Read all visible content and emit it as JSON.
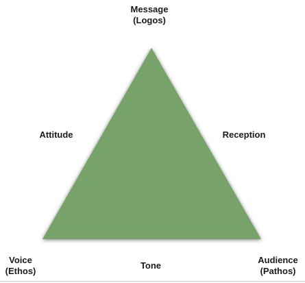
{
  "diagram": {
    "triangle_color": "#77a26a",
    "shadow_color": "#4a4a4a",
    "vertices": {
      "top": {
        "line1": "Message",
        "line2": "(Logos)"
      },
      "bottom_left": {
        "line1": "Voice",
        "line2": "(Ethos)"
      },
      "bottom_right": {
        "line1": "Audience",
        "line2": "(Pathos)"
      }
    },
    "sides": {
      "left": "Attitude",
      "right": "Reception",
      "bottom": "Tone"
    }
  }
}
